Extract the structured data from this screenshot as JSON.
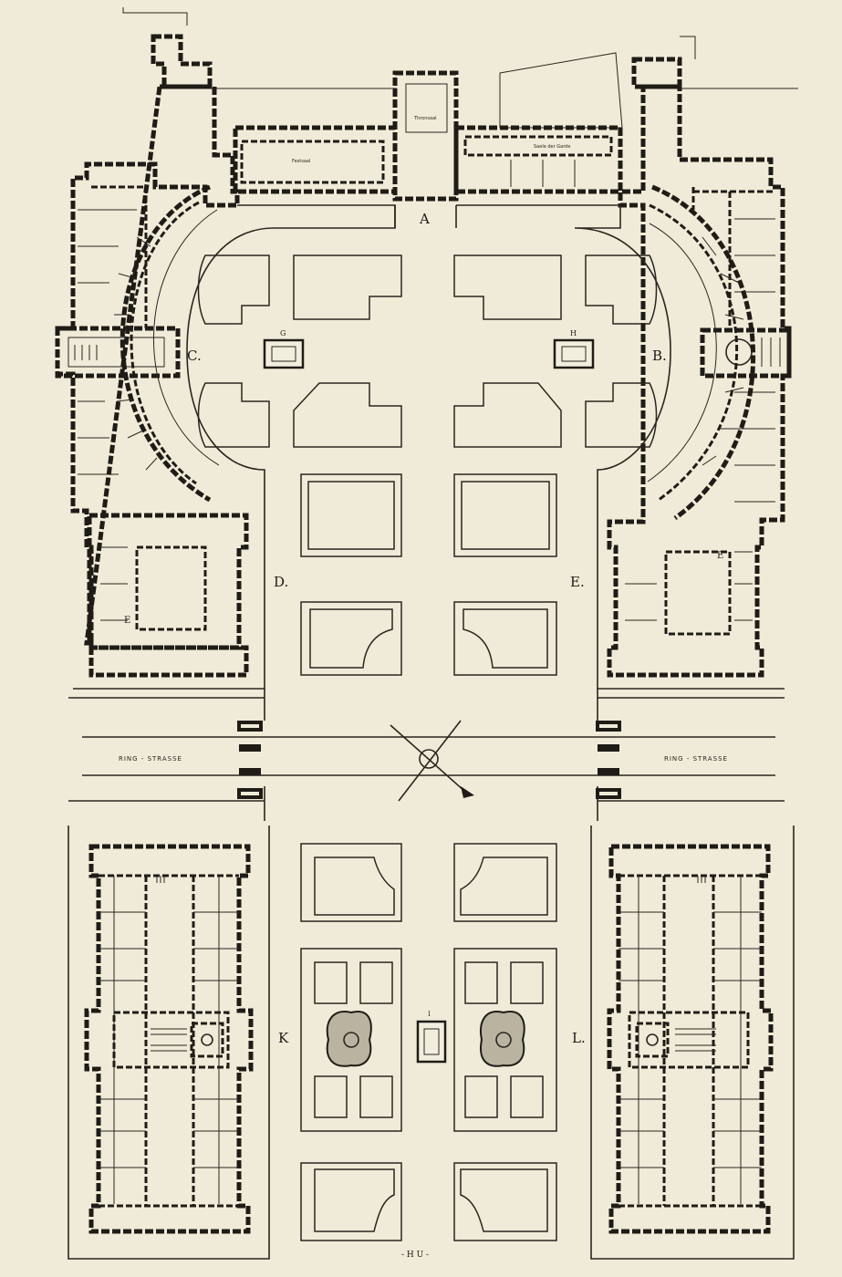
{
  "labels": {
    "a": "A",
    "c": "C.",
    "b": "B.",
    "g": "G",
    "h": "H",
    "d": "D.",
    "e": "E.",
    "k": "K",
    "l": "L.",
    "i": "I",
    "f_left": "E",
    "f_right": "E"
  },
  "street": {
    "left": "RING - STRASSE",
    "right": "RING - STRASSE"
  },
  "small_text": {
    "top_hall": "Thronsaal",
    "top_left_hall": "Festsaal",
    "top_right_hall": "Saele der Garde"
  },
  "scale_mark": "- H U -"
}
